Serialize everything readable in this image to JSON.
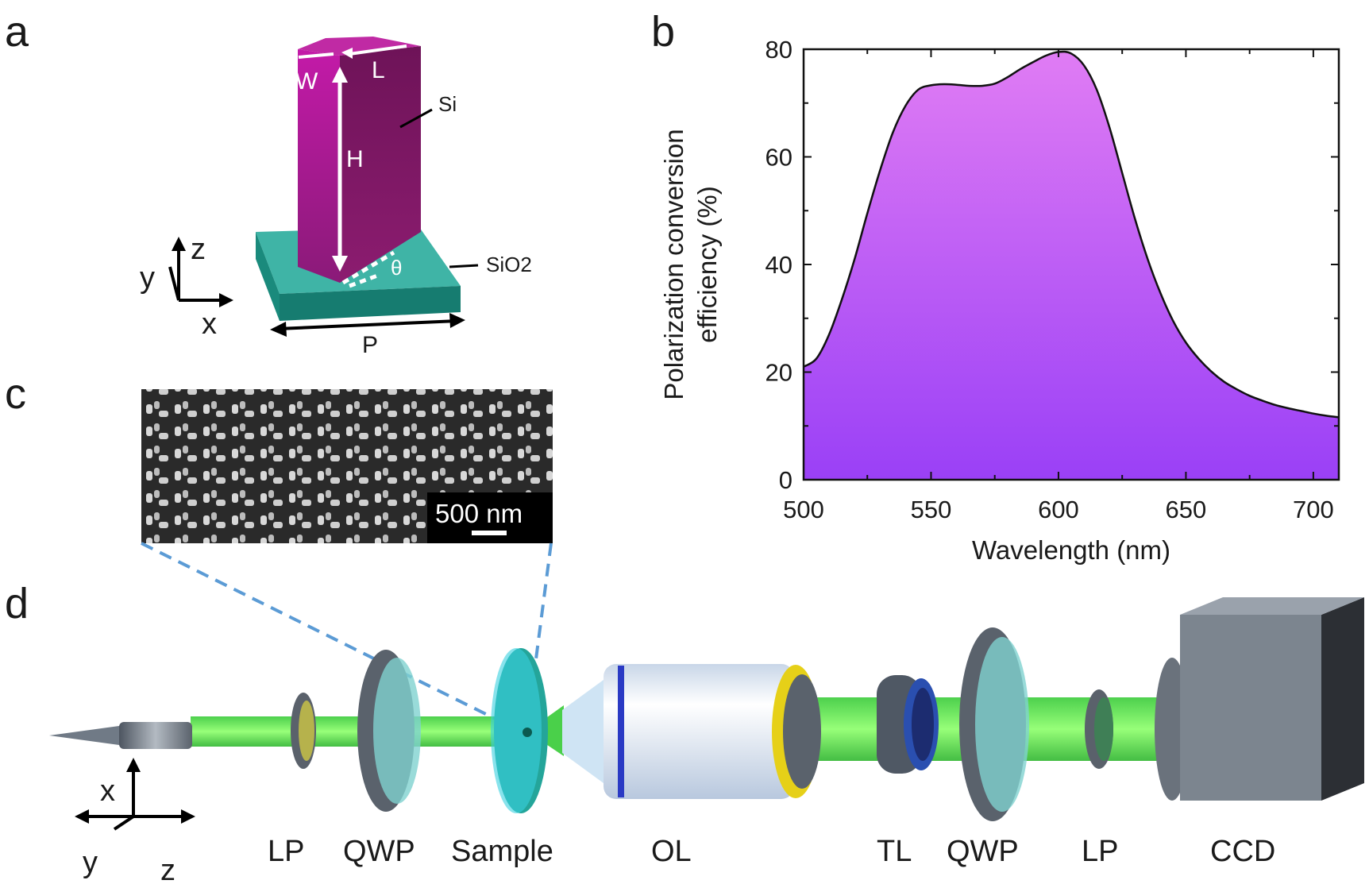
{
  "panels": {
    "a": {
      "label": "a",
      "dims": {
        "w": "W",
        "l": "L",
        "h": "H",
        "theta": "θ",
        "p": "P"
      },
      "materials": {
        "pillar": "Si",
        "substrate": "SiO2"
      },
      "axes": {
        "z": "z",
        "y": "y",
        "x": "x"
      }
    },
    "b": {
      "label": "b"
    },
    "c": {
      "label": "c",
      "scale_bar": "500 nm"
    },
    "d": {
      "label": "d",
      "components": [
        "LP",
        "QWP",
        "Sample",
        "OL",
        "TL",
        "QWP",
        "LP",
        "CCD"
      ],
      "axes": {
        "x": "x",
        "y": "y",
        "z": "z"
      }
    }
  },
  "colors": {
    "pillar": "#a0208c",
    "substrate": "#1e9c8a",
    "curve_fill_top": "#e07cf4",
    "curve_fill_bottom": "#9a40f6",
    "beam": "#39e03a",
    "dashed_line": "#5b9bd5"
  },
  "chart_data": {
    "type": "area",
    "xlabel": "Wavelength (nm)",
    "ylabel_line1": "Polarization conversion",
    "ylabel_line2": "efficiency (%)",
    "xlim": [
      500,
      710
    ],
    "ylim": [
      0,
      80
    ],
    "xticks": [
      500,
      550,
      600,
      650,
      700
    ],
    "yticks": [
      0,
      20,
      40,
      60,
      80
    ],
    "x": [
      500,
      505,
      510,
      515,
      520,
      525,
      530,
      535,
      540,
      545,
      550,
      555,
      560,
      565,
      570,
      575,
      580,
      585,
      590,
      595,
      600,
      605,
      610,
      615,
      620,
      625,
      630,
      635,
      640,
      645,
      650,
      655,
      660,
      665,
      670,
      675,
      680,
      685,
      690,
      695,
      700,
      705,
      710
    ],
    "y": [
      21,
      22.5,
      27,
      33.5,
      41,
      49.5,
      57.5,
      64.5,
      69.5,
      72.5,
      73.3,
      73.5,
      73.4,
      73.2,
      73.2,
      73.6,
      74.8,
      76.3,
      77.6,
      78.8,
      79.5,
      79.2,
      77,
      72.5,
      65.5,
      57,
      48.5,
      41,
      34.7,
      29.5,
      25.5,
      22.5,
      20.1,
      18.2,
      16.8,
      15.6,
      14.7,
      13.9,
      13.3,
      12.8,
      12.3,
      11.9,
      11.6
    ]
  }
}
